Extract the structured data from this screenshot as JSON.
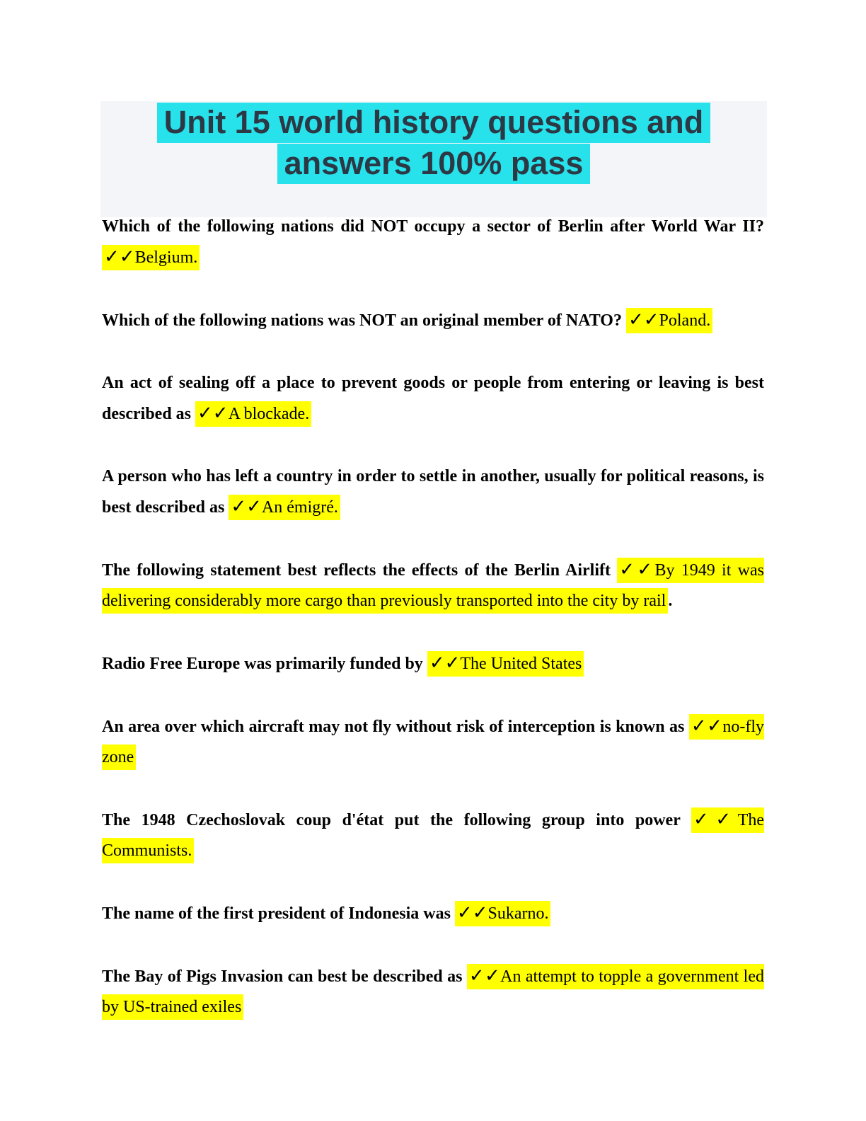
{
  "header": {
    "title_line1": "Unit 15 world history questions and",
    "title_line2": "answers 100% pass"
  },
  "checkmark_glyphs": "✓✓",
  "colors": {
    "title_highlight": "#27e1eb",
    "banner_background": "#f4f5f9",
    "title_text": "#2d3845",
    "answer_highlight": "#ffff00",
    "body_text": "#000000"
  },
  "qa_items": [
    {
      "question": "Which of the following nations did NOT occupy a sector of Berlin after World War II? ",
      "answer": "Belgium.",
      "suffix": ""
    },
    {
      "question": "Which of the following nations was NOT an original member of NATO? ",
      "answer": "Poland.",
      "suffix": ""
    },
    {
      "question": "An act of sealing off a place to prevent goods or people from entering or leaving is best described as ",
      "answer": "A blockade.",
      "suffix": ""
    },
    {
      "question": "A person who has left a country in order to settle in another, usually for political reasons, is best described as ",
      "answer": "An émigré.",
      "suffix": ""
    },
    {
      "question": "The following statement best reflects the effects of the Berlin Airlift ",
      "answer": "By 1949 it was delivering considerably more cargo than previously transported into the city by rail",
      "suffix": "."
    },
    {
      "question": "Radio Free Europe was primarily funded by ",
      "answer": "The United States",
      "suffix": ""
    },
    {
      "question": "An area over which aircraft may not fly without risk of interception is known as ",
      "answer": "no-fly zone",
      "suffix": ""
    },
    {
      "question": "The 1948 Czechoslovak coup d'état put the following group into power ",
      "answer": "The Communists.",
      "suffix": ""
    },
    {
      "question": "The name of the first president of Indonesia was ",
      "answer": "Sukarno.",
      "suffix": ""
    },
    {
      "question": "The Bay of Pigs Invasion can best be described as ",
      "answer": "An attempt to topple a government led by US-trained exiles",
      "suffix": ""
    }
  ]
}
